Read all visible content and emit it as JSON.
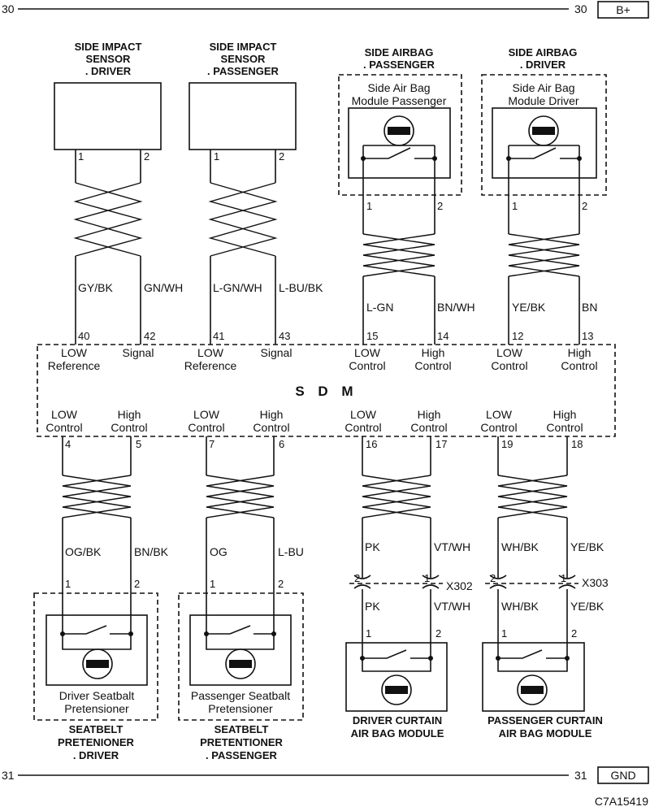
{
  "rails": {
    "top_left": "30",
    "top_right": "30",
    "top_label": "B+",
    "bottom_left": "31",
    "bottom_right": "31",
    "bottom_label": "GND"
  },
  "footer": "C7A15419",
  "sdm": {
    "title": "S D M"
  },
  "sensors": {
    "driver": {
      "title": [
        "SIDE IMPACT",
        "SENSOR",
        ". DRIVER"
      ],
      "pins": [
        "1",
        "2"
      ],
      "wires": [
        "GY/BK",
        "GN/WH"
      ],
      "sdm_pins": [
        "40",
        "42"
      ],
      "sdm_names": [
        [
          "LOW",
          "Reference"
        ],
        [
          "Signal"
        ]
      ]
    },
    "passenger": {
      "title": [
        "SIDE IMPACT",
        "SENSOR",
        ". PASSENGER"
      ],
      "pins": [
        "1",
        "2"
      ],
      "wires": [
        "L-GN/WH",
        "L-BU/BK"
      ],
      "sdm_pins": [
        "41",
        "43"
      ],
      "sdm_names": [
        [
          "LOW",
          "Reference"
        ],
        [
          "Signal"
        ]
      ]
    }
  },
  "side_airbags": {
    "passenger": {
      "title": [
        "SIDE AIRBAG",
        ". PASSENGER"
      ],
      "module": [
        "Side Air Bag",
        "Module Passenger"
      ],
      "pins": [
        "1",
        "2"
      ],
      "wires": [
        "L-GN",
        "BN/WH"
      ],
      "sdm_pins": [
        "15",
        "14"
      ],
      "sdm_names": [
        [
          "LOW",
          "Control"
        ],
        [
          "High",
          "Control"
        ]
      ]
    },
    "driver": {
      "title": [
        "SIDE AIRBAG",
        ". DRIVER"
      ],
      "module": [
        "Side Air Bag",
        "Module Driver"
      ],
      "pins": [
        "1",
        "2"
      ],
      "wires": [
        "YE/BK",
        "BN"
      ],
      "sdm_pins": [
        "12",
        "13"
      ],
      "sdm_names": [
        [
          "LOW",
          "Control"
        ],
        [
          "High",
          "Control"
        ]
      ]
    }
  },
  "pretensioners": {
    "driver": {
      "module": [
        "Driver Seatbalt",
        "Pretensioner"
      ],
      "title": [
        "SEATBELT",
        "PRETENIONER",
        ". DRIVER"
      ],
      "pins": [
        "1",
        "2"
      ],
      "wires": [
        "OG/BK",
        "BN/BK"
      ],
      "sdm_pins": [
        "4",
        "5"
      ],
      "sdm_names": [
        [
          "LOW",
          "Control"
        ],
        [
          "High",
          "Control"
        ]
      ]
    },
    "passenger": {
      "module": [
        "Passenger Seatbalt",
        "Pretensioner"
      ],
      "title": [
        "SEATBELT",
        "PRETENTIONER",
        ". PASSENGER"
      ],
      "pins": [
        "1",
        "2"
      ],
      "wires": [
        "OG",
        "L-BU"
      ],
      "sdm_pins": [
        "7",
        "6"
      ],
      "sdm_names": [
        [
          "LOW",
          "Control"
        ],
        [
          "High",
          "Control"
        ]
      ]
    }
  },
  "curtains": {
    "driver": {
      "title": [
        "DRIVER CURTAIN",
        "AIR BAG MODULE"
      ],
      "connector": "X302",
      "conn_pins": [
        "2",
        "1"
      ],
      "pins": [
        "1",
        "2"
      ],
      "wires_upper": [
        "PK",
        "VT/WH"
      ],
      "wires_lower": [
        "PK",
        "VT/WH"
      ],
      "sdm_pins": [
        "16",
        "17"
      ],
      "sdm_names": [
        [
          "LOW",
          "Control"
        ],
        [
          "High",
          "Control"
        ]
      ]
    },
    "passenger": {
      "title": [
        "PASSENGER CURTAIN",
        "AIR BAG MODULE"
      ],
      "connector": "X303",
      "conn_pins": [
        "2",
        "1"
      ],
      "pins": [
        "1",
        "2"
      ],
      "wires_upper": [
        "WH/BK",
        "YE/BK"
      ],
      "wires_lower": [
        "WH/BK",
        "YE/BK"
      ],
      "sdm_pins": [
        "19",
        "18"
      ],
      "sdm_names": [
        [
          "LOW",
          "Control"
        ],
        [
          "High",
          "Control"
        ]
      ]
    }
  }
}
